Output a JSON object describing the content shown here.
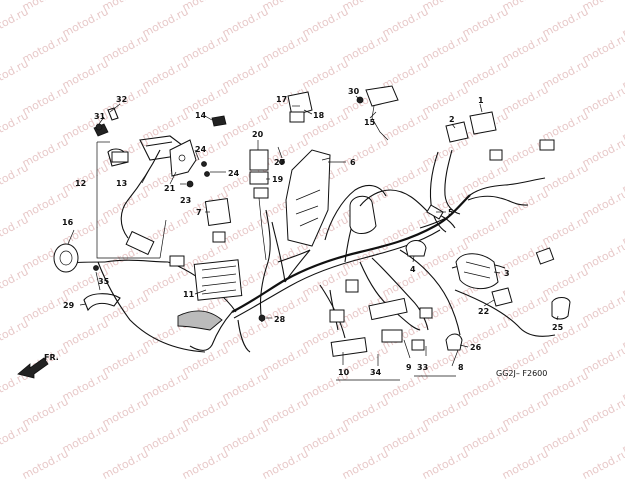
{
  "watermark": "motod.ru",
  "front_label": "FR.",
  "drawing_code": "GG2J– F2600",
  "callouts": [
    "1",
    "2",
    "3",
    "4",
    "5",
    "6",
    "7",
    "8",
    "9",
    "10",
    "11",
    "12",
    "13",
    "14",
    "15",
    "16",
    "17",
    "18",
    "19",
    "20",
    "21",
    "22",
    "23",
    "24",
    "25",
    "26",
    "27",
    "28",
    "29",
    "30",
    "31",
    "32",
    "33",
    "34",
    "35"
  ]
}
